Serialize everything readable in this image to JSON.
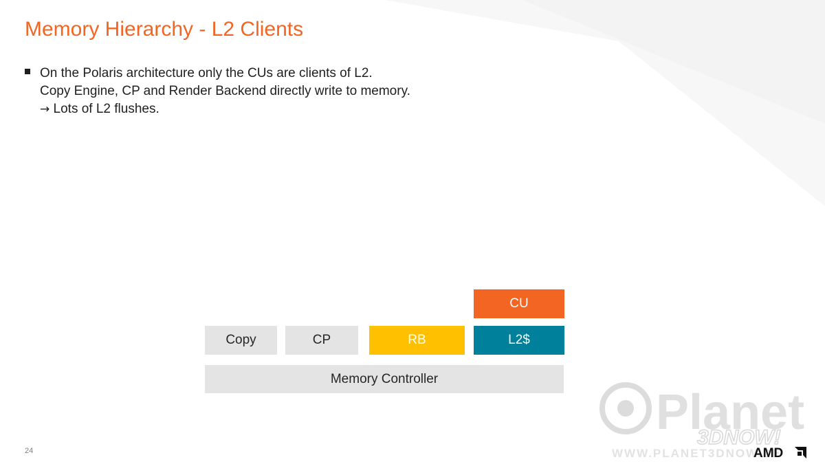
{
  "slide": {
    "title": "Memory Hierarchy - L2 Clients",
    "page_number": "24"
  },
  "bullets": [
    {
      "lines": [
        "On the Polaris architecture only the CUs are clients of L2.",
        "Copy Engine, CP and Render Backend directly write to memory.",
        "Lots of L2 flushes."
      ],
      "arrow_icon": "right-arrow-icon",
      "arrow_glyph": "→"
    }
  ],
  "diagram": {
    "blocks": {
      "copy": "Copy",
      "cp": "CP",
      "rb": "RB",
      "l2": "L2$",
      "cu": "CU",
      "memory_controller": "Memory Controller"
    },
    "colors": {
      "gray": "#e4e4e4",
      "yellow": "#ffc000",
      "teal": "#00809a",
      "orange": "#f26522"
    }
  },
  "watermark": {
    "brand": "Planet",
    "sub": "3DNOW!",
    "url": "WWW.PLANET3DNOW.DE"
  },
  "logo": {
    "text": "AMD",
    "icon": "amd-arrow-icon"
  },
  "colors": {
    "title": "#f26522",
    "body_text": "#1f1f1f",
    "page_number": "#7f7f7f"
  }
}
